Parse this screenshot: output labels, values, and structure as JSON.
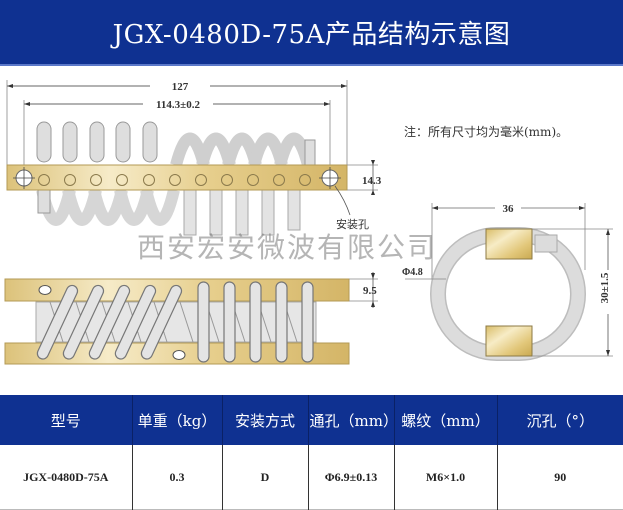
{
  "title": "JGX-0480D-75A产品结构示意图",
  "note": "注：所有尺寸均为毫米(mm)。",
  "watermark": "西安宏安微波有限公司",
  "drawing": {
    "top_view": {
      "overall_length": "127",
      "hole_spacing": "114.3±0.2",
      "plate_width": "14.3",
      "mount_hole_label": "安装孔"
    },
    "side_view": {
      "plate_thickness": "9.5"
    },
    "end_view": {
      "width": "36",
      "height": "30±1.5",
      "wire_diameter": "Φ4.8"
    }
  },
  "colors": {
    "header_blue": "#0f3191",
    "brass": "#e3cd85",
    "wire": "#dcdcdc"
  },
  "table": {
    "headers": [
      "型号",
      "单重（kg）",
      "安装方式",
      "通孔（mm）",
      "螺纹（mm）",
      "沉孔（°）"
    ],
    "rows": [
      [
        "JGX-0480D-75A",
        "0.3",
        "D",
        "Φ6.9±0.13",
        "M6×1.0",
        "90"
      ]
    ]
  }
}
